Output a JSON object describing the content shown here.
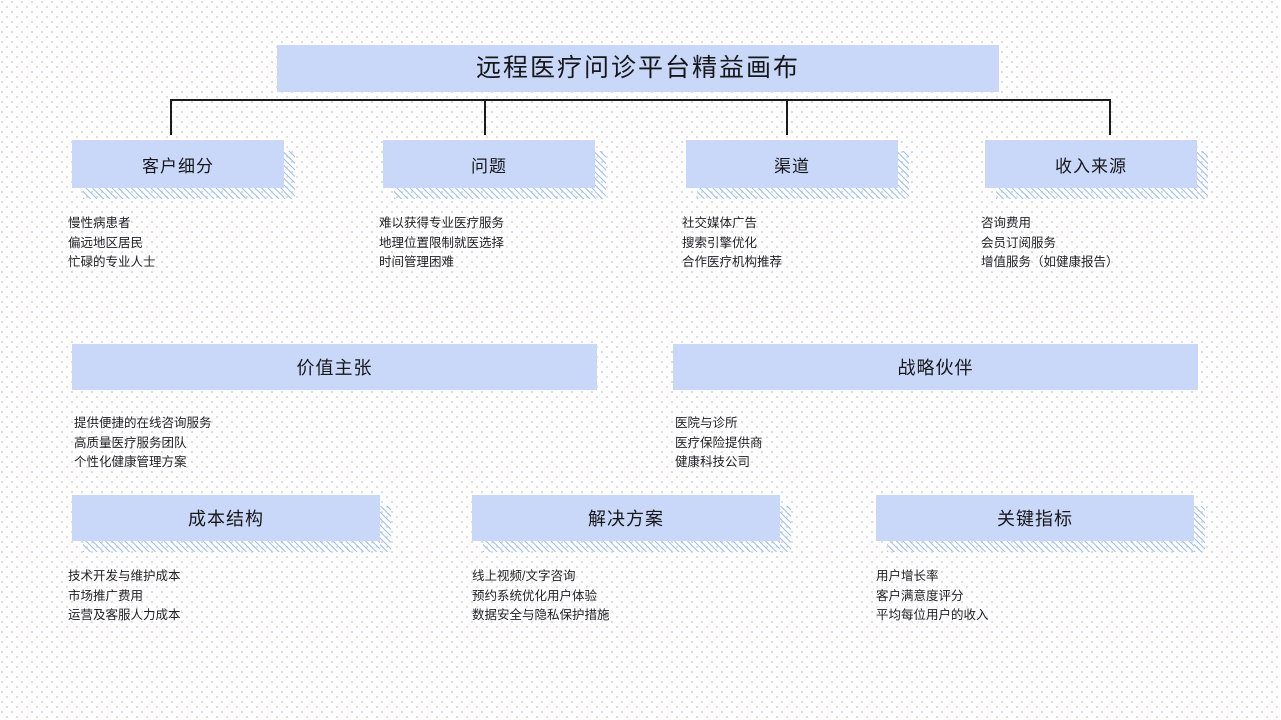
{
  "title": {
    "text": "远程医疗问诊平台精益画布"
  },
  "colors": {
    "block_fill": "#C9D8F8",
    "shadow_hatch": "#9FC0F2",
    "connector_line": "#1A1A1A",
    "text": "#17171A",
    "body_text": "#222226",
    "page_background": "#FFFFFF"
  },
  "sections": {
    "customer_segments": {
      "heading": "客户细分",
      "items": [
        "慢性病患者",
        "偏远地区居民",
        "忙碌的专业人士"
      ]
    },
    "problem": {
      "heading": "问题",
      "items": [
        "难以获得专业医疗服务",
        "地理位置限制就医选择",
        "时间管理困难"
      ]
    },
    "channels": {
      "heading": "渠道",
      "items": [
        "社交媒体广告",
        "搜索引擎优化",
        "合作医疗机构推荐"
      ]
    },
    "revenue_streams": {
      "heading": "收入来源",
      "items": [
        "咨询费用",
        "会员订阅服务",
        "增值服务（如健康报告）"
      ]
    },
    "value_proposition": {
      "heading": "价值主张",
      "items": [
        "提供便捷的在线咨询服务",
        "高质量医疗服务团队",
        "个性化健康管理方案"
      ]
    },
    "key_partners": {
      "heading": "战略伙伴",
      "items": [
        "医院与诊所",
        "医疗保险提供商",
        "健康科技公司"
      ]
    },
    "cost_structure": {
      "heading": "成本结构",
      "items": [
        "技术开发与维护成本",
        "市场推广费用",
        "运营及客服人力成本"
      ]
    },
    "solution": {
      "heading": "解决方案",
      "items": [
        "线上视频/文字咨询",
        "预约系统优化用户体验",
        "数据安全与隐私保护措施"
      ]
    },
    "key_metrics": {
      "heading": "关键指标",
      "items": [
        "用户增长率",
        "客户满意度评分",
        "平均每位用户的收入"
      ]
    }
  }
}
